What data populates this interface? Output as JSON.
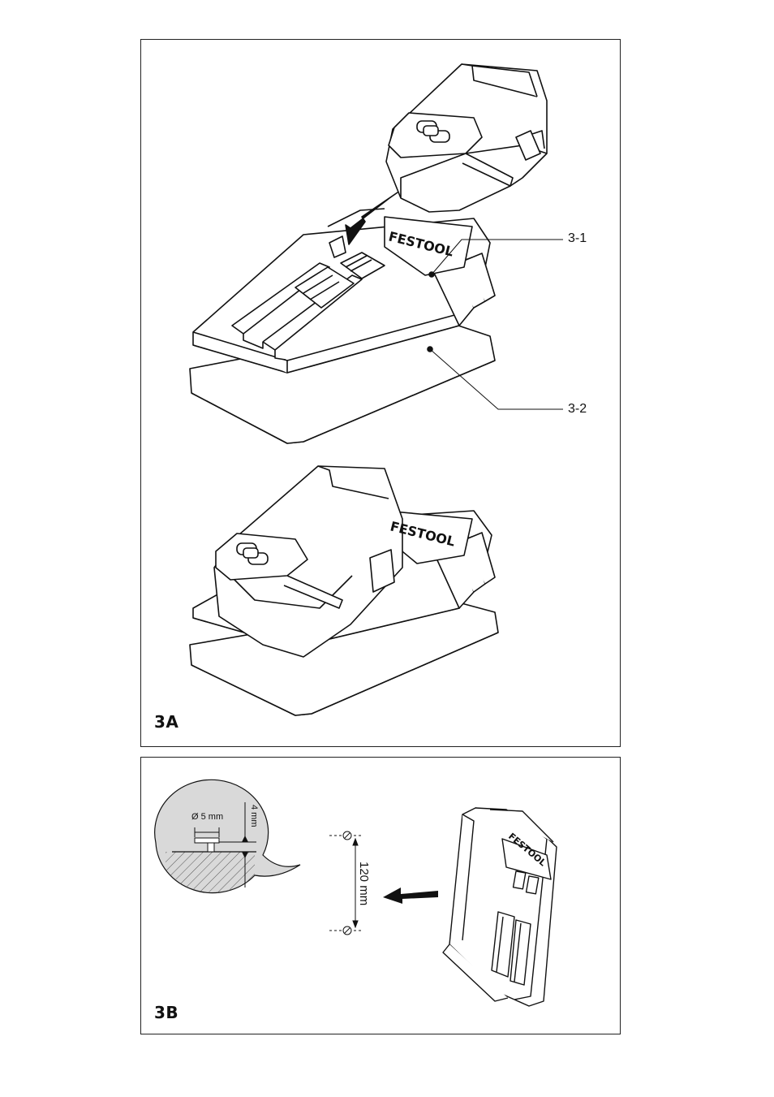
{
  "figure_a": {
    "label": "3A",
    "callouts": [
      "3-1",
      "3-2"
    ],
    "brand_text": "FESTOOL"
  },
  "figure_b": {
    "label": "3B",
    "diameter_label": "Ø 5 mm",
    "height_label": "4 mm",
    "spacing_label": "120 mm",
    "brand_text": "FESTOOL"
  }
}
